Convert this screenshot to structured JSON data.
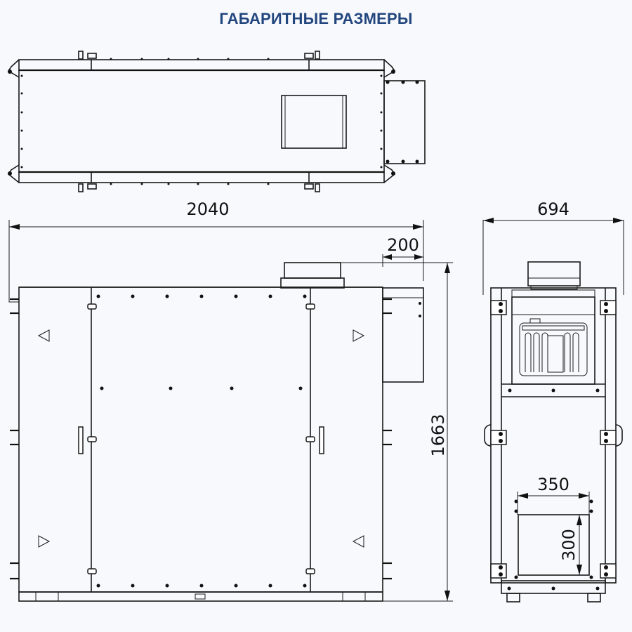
{
  "header": {
    "title": "ГАБАРИТНЫЕ РАЗМЕРЫ",
    "title_color": "#23467e"
  },
  "views": {
    "top_view": {
      "label": "top-view"
    },
    "front_view": {
      "dimensions": {
        "overall_length": "2040",
        "duct_offset": "200",
        "overall_height": "1663"
      }
    },
    "side_view": {
      "dimensions": {
        "overall_width": "694",
        "opening_width": "350",
        "opening_height": "300"
      }
    }
  },
  "colors": {
    "background": "#f7f9fc",
    "line": "#1a1a1a"
  }
}
